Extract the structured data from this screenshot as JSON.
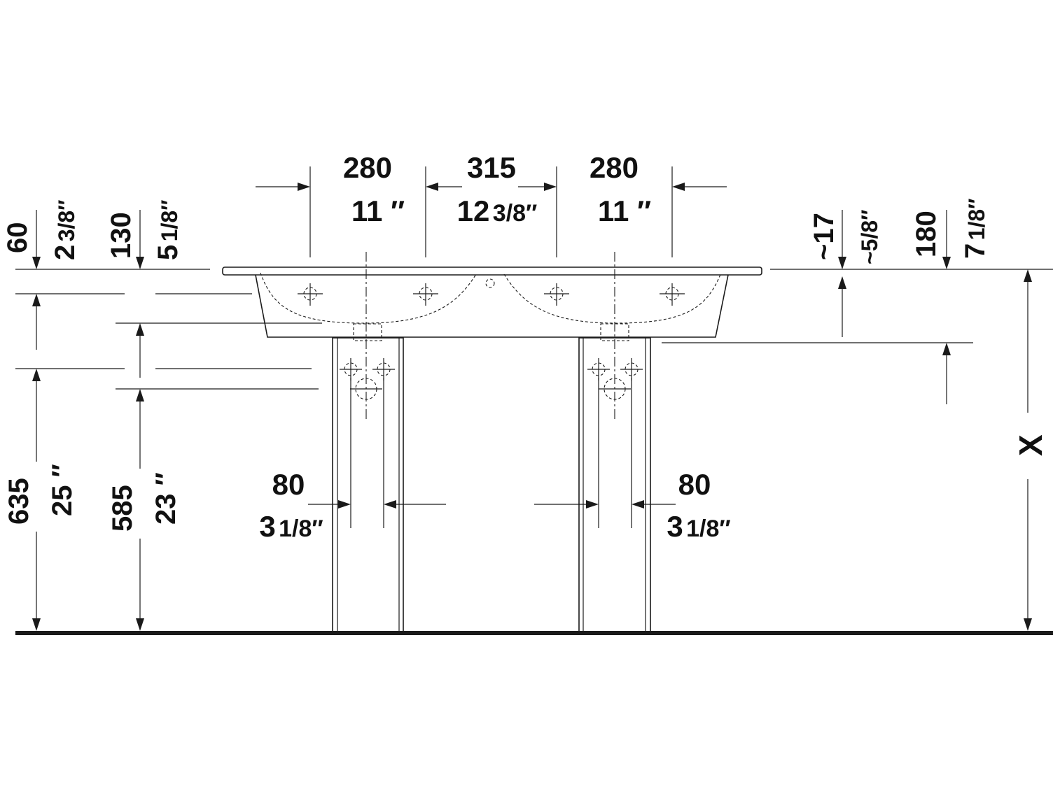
{
  "dimensions": {
    "top_left_width": {
      "mm": "280",
      "inch": "11 ″"
    },
    "top_center_width": {
      "mm": "315",
      "inch_whole": "12",
      "inch_frac": "3/8″"
    },
    "top_right_width": {
      "mm": "280",
      "inch": "11 ″"
    },
    "left_rim_thickness": {
      "mm": "60",
      "inch_whole": "2",
      "inch_frac": "3/8″"
    },
    "left_basin_depth": {
      "mm": "130",
      "inch_whole": "5",
      "inch_frac": "1/8″"
    },
    "left_total_height": {
      "mm": "635",
      "inch": "25 ″"
    },
    "left_drain_height": {
      "mm": "585",
      "inch": "23 ″"
    },
    "right_rim_offset": {
      "mm": "~17",
      "inch": "~5/8″"
    },
    "right_depth": {
      "mm": "180",
      "inch_whole": "7",
      "inch_frac": "1/8″"
    },
    "leg_width_left": {
      "mm": "80",
      "inch_whole": "3",
      "inch_frac": "1/8″"
    },
    "leg_width_right": {
      "mm": "80",
      "inch_whole": "3",
      "inch_frac": "1/8″"
    },
    "variable_height": {
      "label": "X"
    }
  }
}
